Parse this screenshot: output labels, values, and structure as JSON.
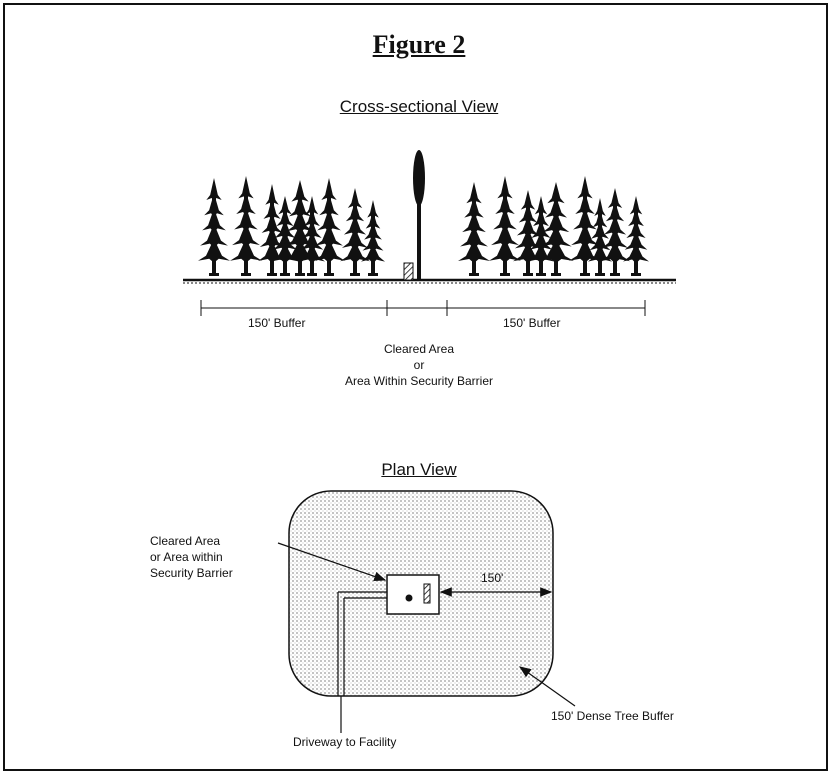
{
  "figure": {
    "title": "Figure 2"
  },
  "cross_section": {
    "title": "Cross-sectional View",
    "left_buffer_label": "150' Buffer",
    "right_buffer_label": "150' Buffer",
    "center_label_lines": [
      "Cleared Area",
      "or",
      "Area Within Security Barrier"
    ]
  },
  "plan": {
    "title": "Plan View",
    "cleared_area_label_lines": [
      "Cleared Area",
      "or Area within",
      "Security Barrier"
    ],
    "distance_label": "150'",
    "buffer_label": "150' Dense Tree Buffer",
    "driveway_label": "Driveway to Facility"
  },
  "colors": {
    "ink": "#111111",
    "dot_fill": "#d9d9d9",
    "background": "#ffffff"
  }
}
